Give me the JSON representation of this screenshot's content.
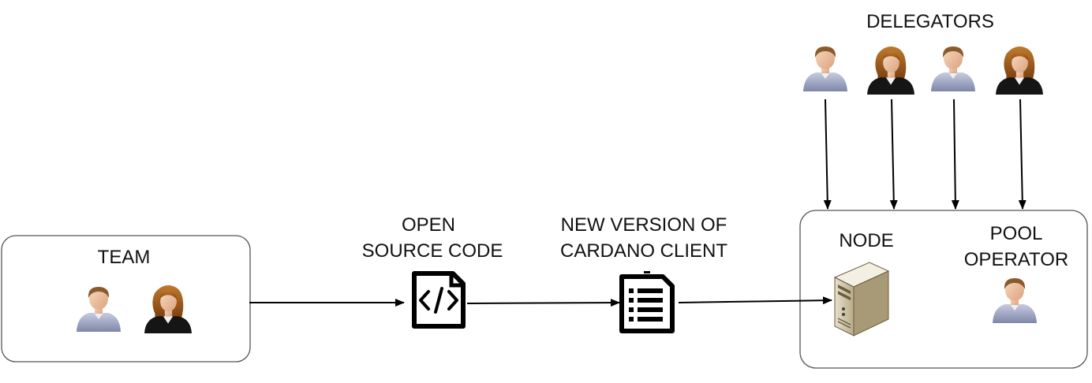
{
  "labels": {
    "team": "TEAM",
    "open_source_line1": "OPEN",
    "open_source_line2": "SOURCE CODE",
    "new_version_line1": "NEW VERSION OF",
    "new_version_line2": "CARDANO CLIENT",
    "delegators": "DELEGATORS",
    "node": "NODE",
    "pool_operator_line1": "POOL",
    "pool_operator_line2": "OPERATOR"
  },
  "icons": {
    "male_person": "male-person-icon",
    "female_person": "female-person-icon",
    "code": "code-file-icon",
    "document": "document-list-icon",
    "server": "server-icon"
  },
  "colors": {
    "stroke": "#000000",
    "box_border": "#555555",
    "male_shirt": "#8c95b4",
    "female_hair": "#a8641e"
  }
}
